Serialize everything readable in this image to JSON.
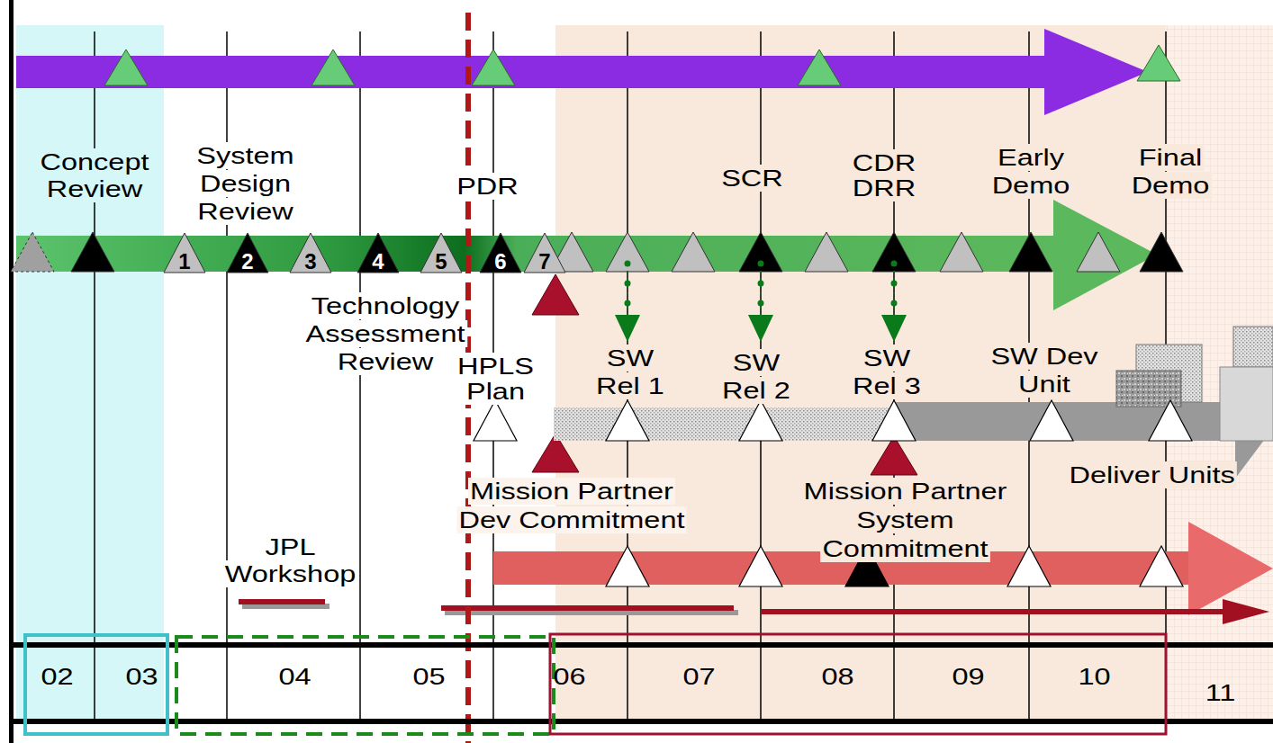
{
  "diagram": {
    "nodes": [
      {
        "text": [
          "1"
        ]
      },
      {
        "text": [
          "2"
        ]
      },
      {
        "text": [
          "3"
        ]
      },
      {
        "text": [
          "4"
        ]
      },
      {
        "text": [
          "5"
        ]
      },
      {
        "text": [
          "6"
        ]
      },
      {
        "text": [
          "7"
        ]
      }
    ],
    "labels": [
      "Concept Review",
      "System Design Review",
      "PDR",
      "SCR",
      "CDR DRR",
      "Early Demo",
      "Final Demo",
      "Technology Assessment Review",
      "HPLS Plan",
      "SW Rel 1",
      "SW Rel 2",
      "SW Rel 3",
      "SW Dev Unit",
      "Mission Partner Dev Commitment",
      "Mission Partner System Commitment",
      "Deliver Units",
      "JPL Workshop",
      "02",
      "03",
      "04",
      "05",
      "06",
      "07",
      "08",
      "09",
      "10",
      "11"
    ]
  }
}
